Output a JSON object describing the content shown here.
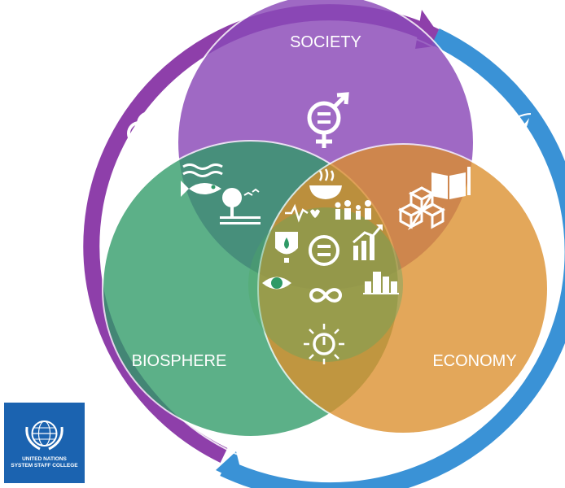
{
  "diagram": {
    "labels": {
      "society": "SOCIETY",
      "biosphere": "BIOSPHERE",
      "economy": "ECONOMY"
    },
    "colors": {
      "society": "#8a49b8",
      "biosphere": "#3a9a6a",
      "economy": "#d9953a",
      "arc_purple": "#8e3faa",
      "arc_blue": "#3a92d6"
    },
    "icons": [
      "flower-of-life-icon",
      "gender-equality-icon",
      "peace-dove-gavel-icon",
      "life-below-water-icon",
      "life-on-land-icon",
      "zero-hunger-bowl-icon",
      "health-heartbeat-icon",
      "no-poverty-family-icon",
      "education-book-icon",
      "innovation-cubes-icon",
      "clean-water-icon",
      "reduced-inequality-icon",
      "economic-growth-chart-icon",
      "climate-eye-icon",
      "responsible-consumption-icon",
      "sustainable-cities-icon",
      "clean-energy-icon"
    ]
  },
  "logo": {
    "line1": "UNITED NATIONS",
    "line2": "SYSTEM STAFF COLLEGE"
  }
}
